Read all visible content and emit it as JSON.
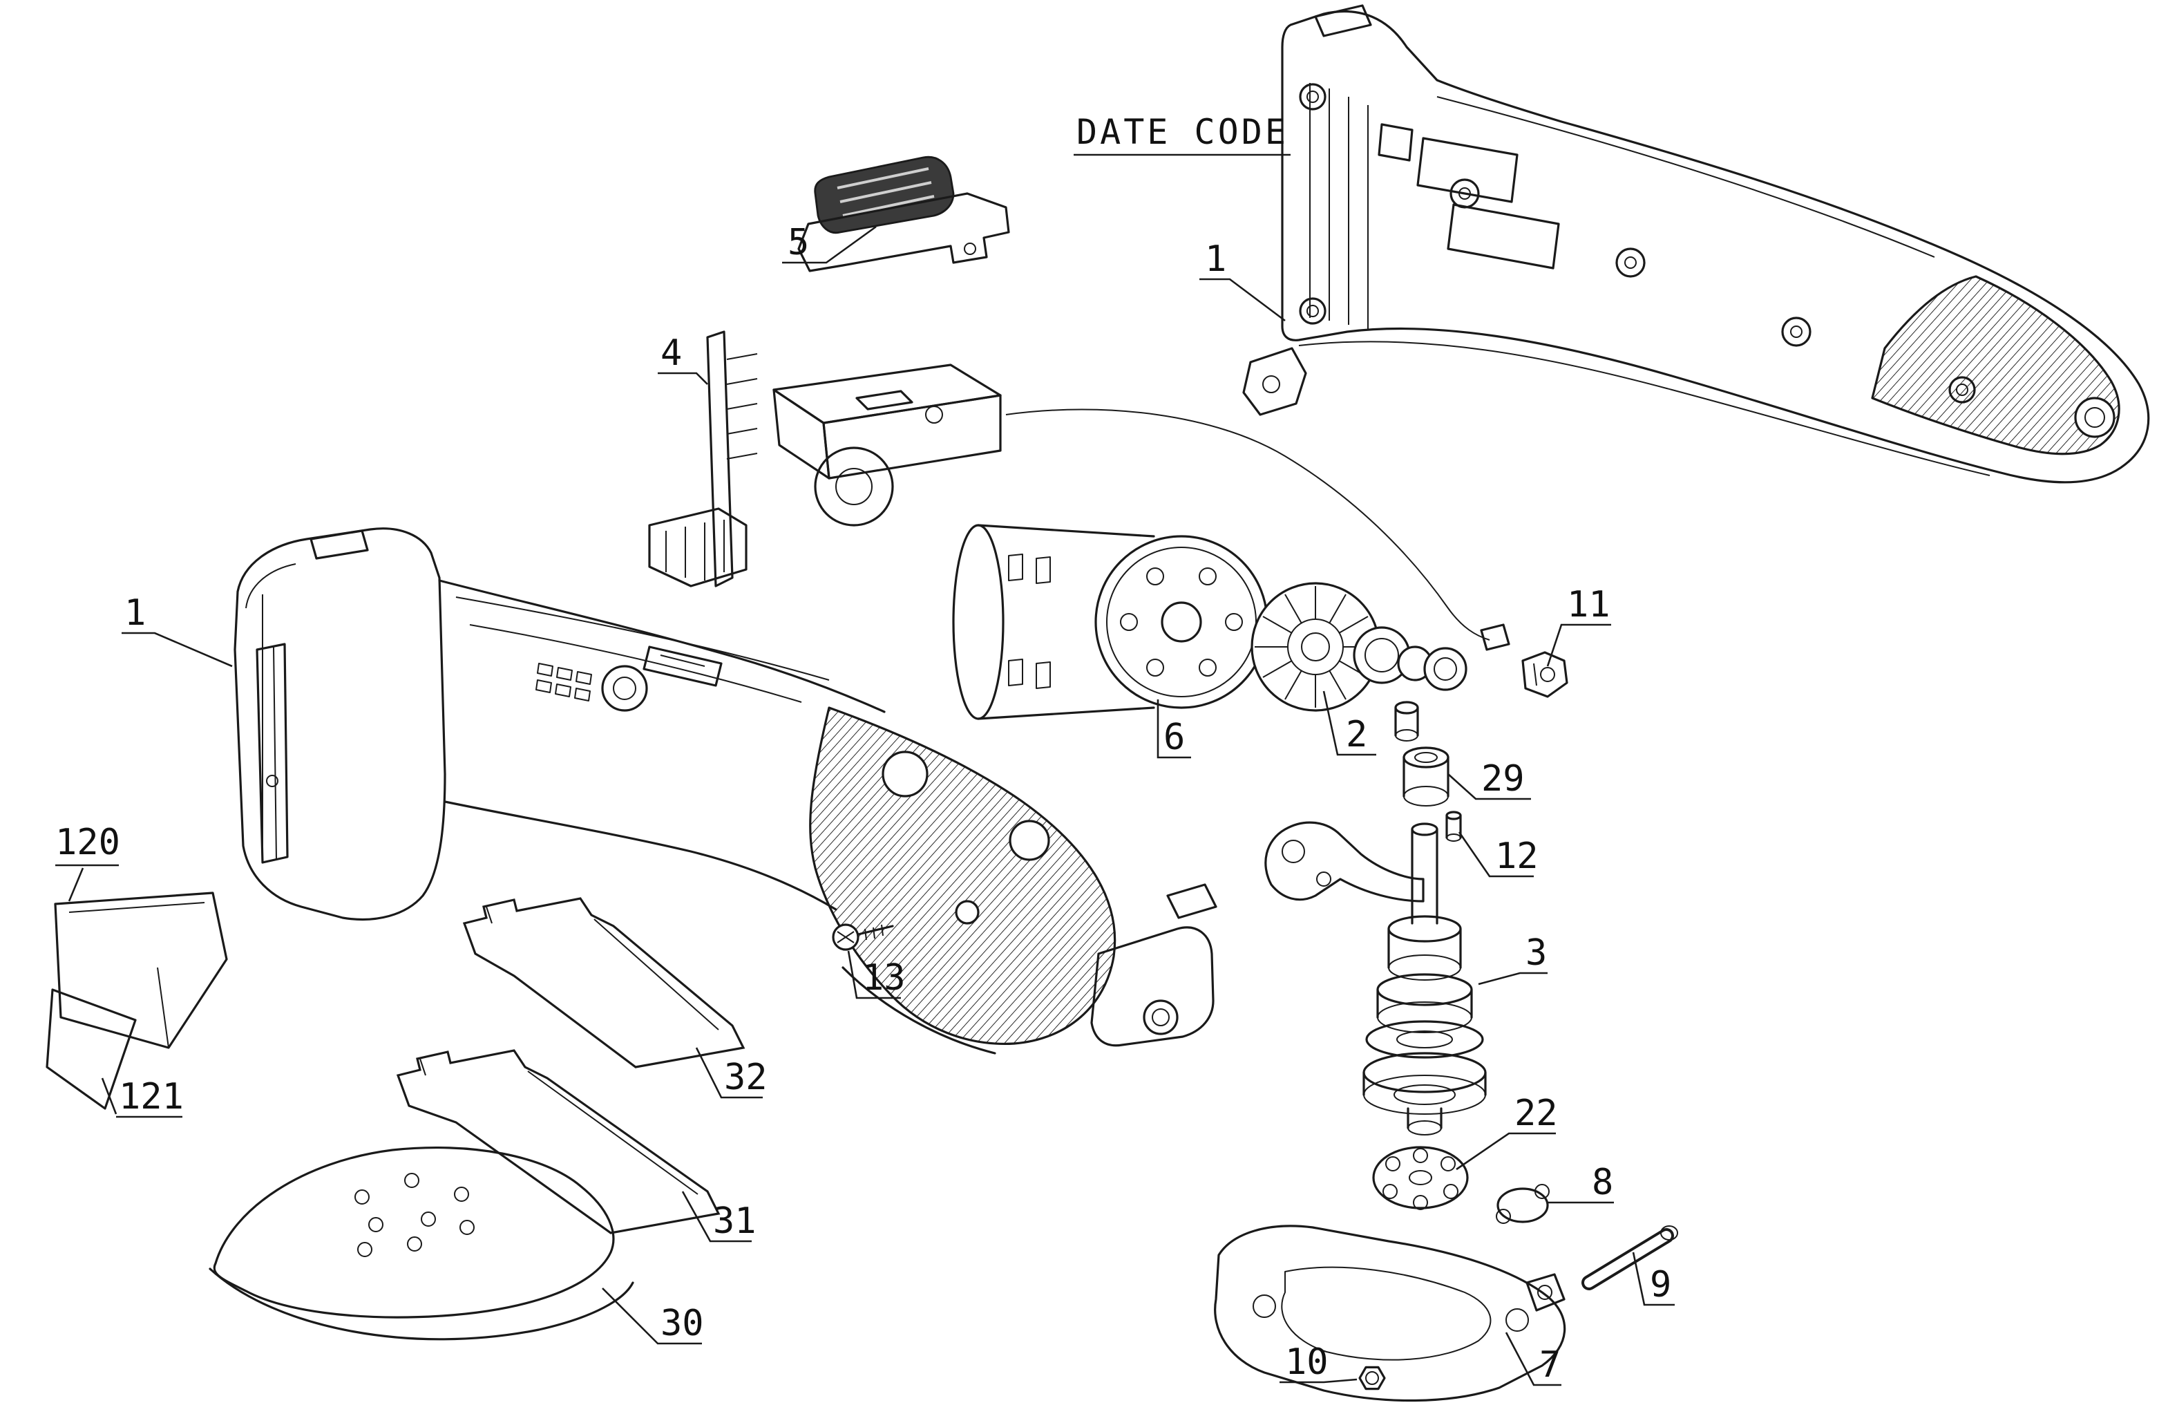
{
  "diagram": {
    "colors": {
      "ink": "#1a1a1a",
      "background": "#ffffff"
    },
    "callouts": {
      "date_code": "DATE CODE",
      "right_housing": "1",
      "left_housing": "1",
      "fan_gear": "2",
      "spindle_assembly": "3",
      "controller": "4",
      "slide_switch": "5",
      "motor": "6",
      "bottom_housing": "7",
      "retaining_ring": "8",
      "roll_pin": "9",
      "nut": "10",
      "connector": "11",
      "pin": "12",
      "screw": "13",
      "balancer": "22",
      "bushing": "29",
      "sanding_pad": "30",
      "blade_31": "31",
      "blade_32": "32",
      "label_120": "120",
      "label_121": "121"
    }
  }
}
